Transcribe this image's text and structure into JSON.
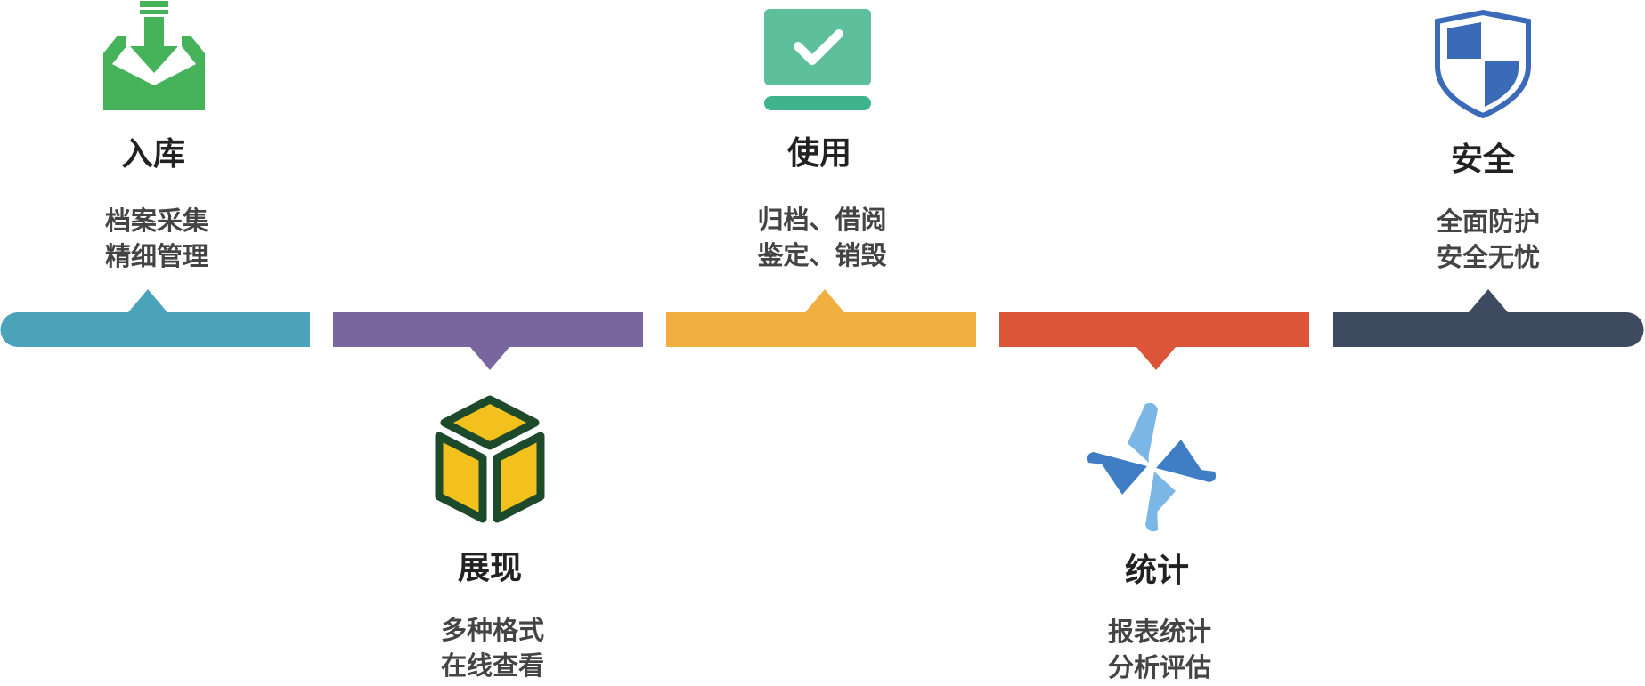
{
  "steps": [
    {
      "id": "ruku",
      "title": "入库",
      "lines": [
        "档案采集",
        "精细管理"
      ],
      "icon": "inbox-download-icon",
      "color": "#4ba3ba",
      "position": "top"
    },
    {
      "id": "zhanxian",
      "title": "展现",
      "lines": [
        "多种格式",
        "在线查看"
      ],
      "icon": "cube-icon",
      "color": "#79669f",
      "position": "bottom"
    },
    {
      "id": "shiyong",
      "title": "使用",
      "lines": [
        "归档、借阅",
        "鉴定、销毁"
      ],
      "icon": "monitor-check-icon",
      "color": "#f0af3f",
      "position": "top"
    },
    {
      "id": "tongji",
      "title": "统计",
      "lines": [
        "报表统计",
        "分析评估"
      ],
      "icon": "pinwheel-icon",
      "color": "#dd5539",
      "position": "bottom"
    },
    {
      "id": "anquan",
      "title": "安全",
      "lines": [
        "全面防护",
        "安全无忧"
      ],
      "icon": "shield-icon",
      "color": "#3e4a5f",
      "position": "top"
    }
  ]
}
